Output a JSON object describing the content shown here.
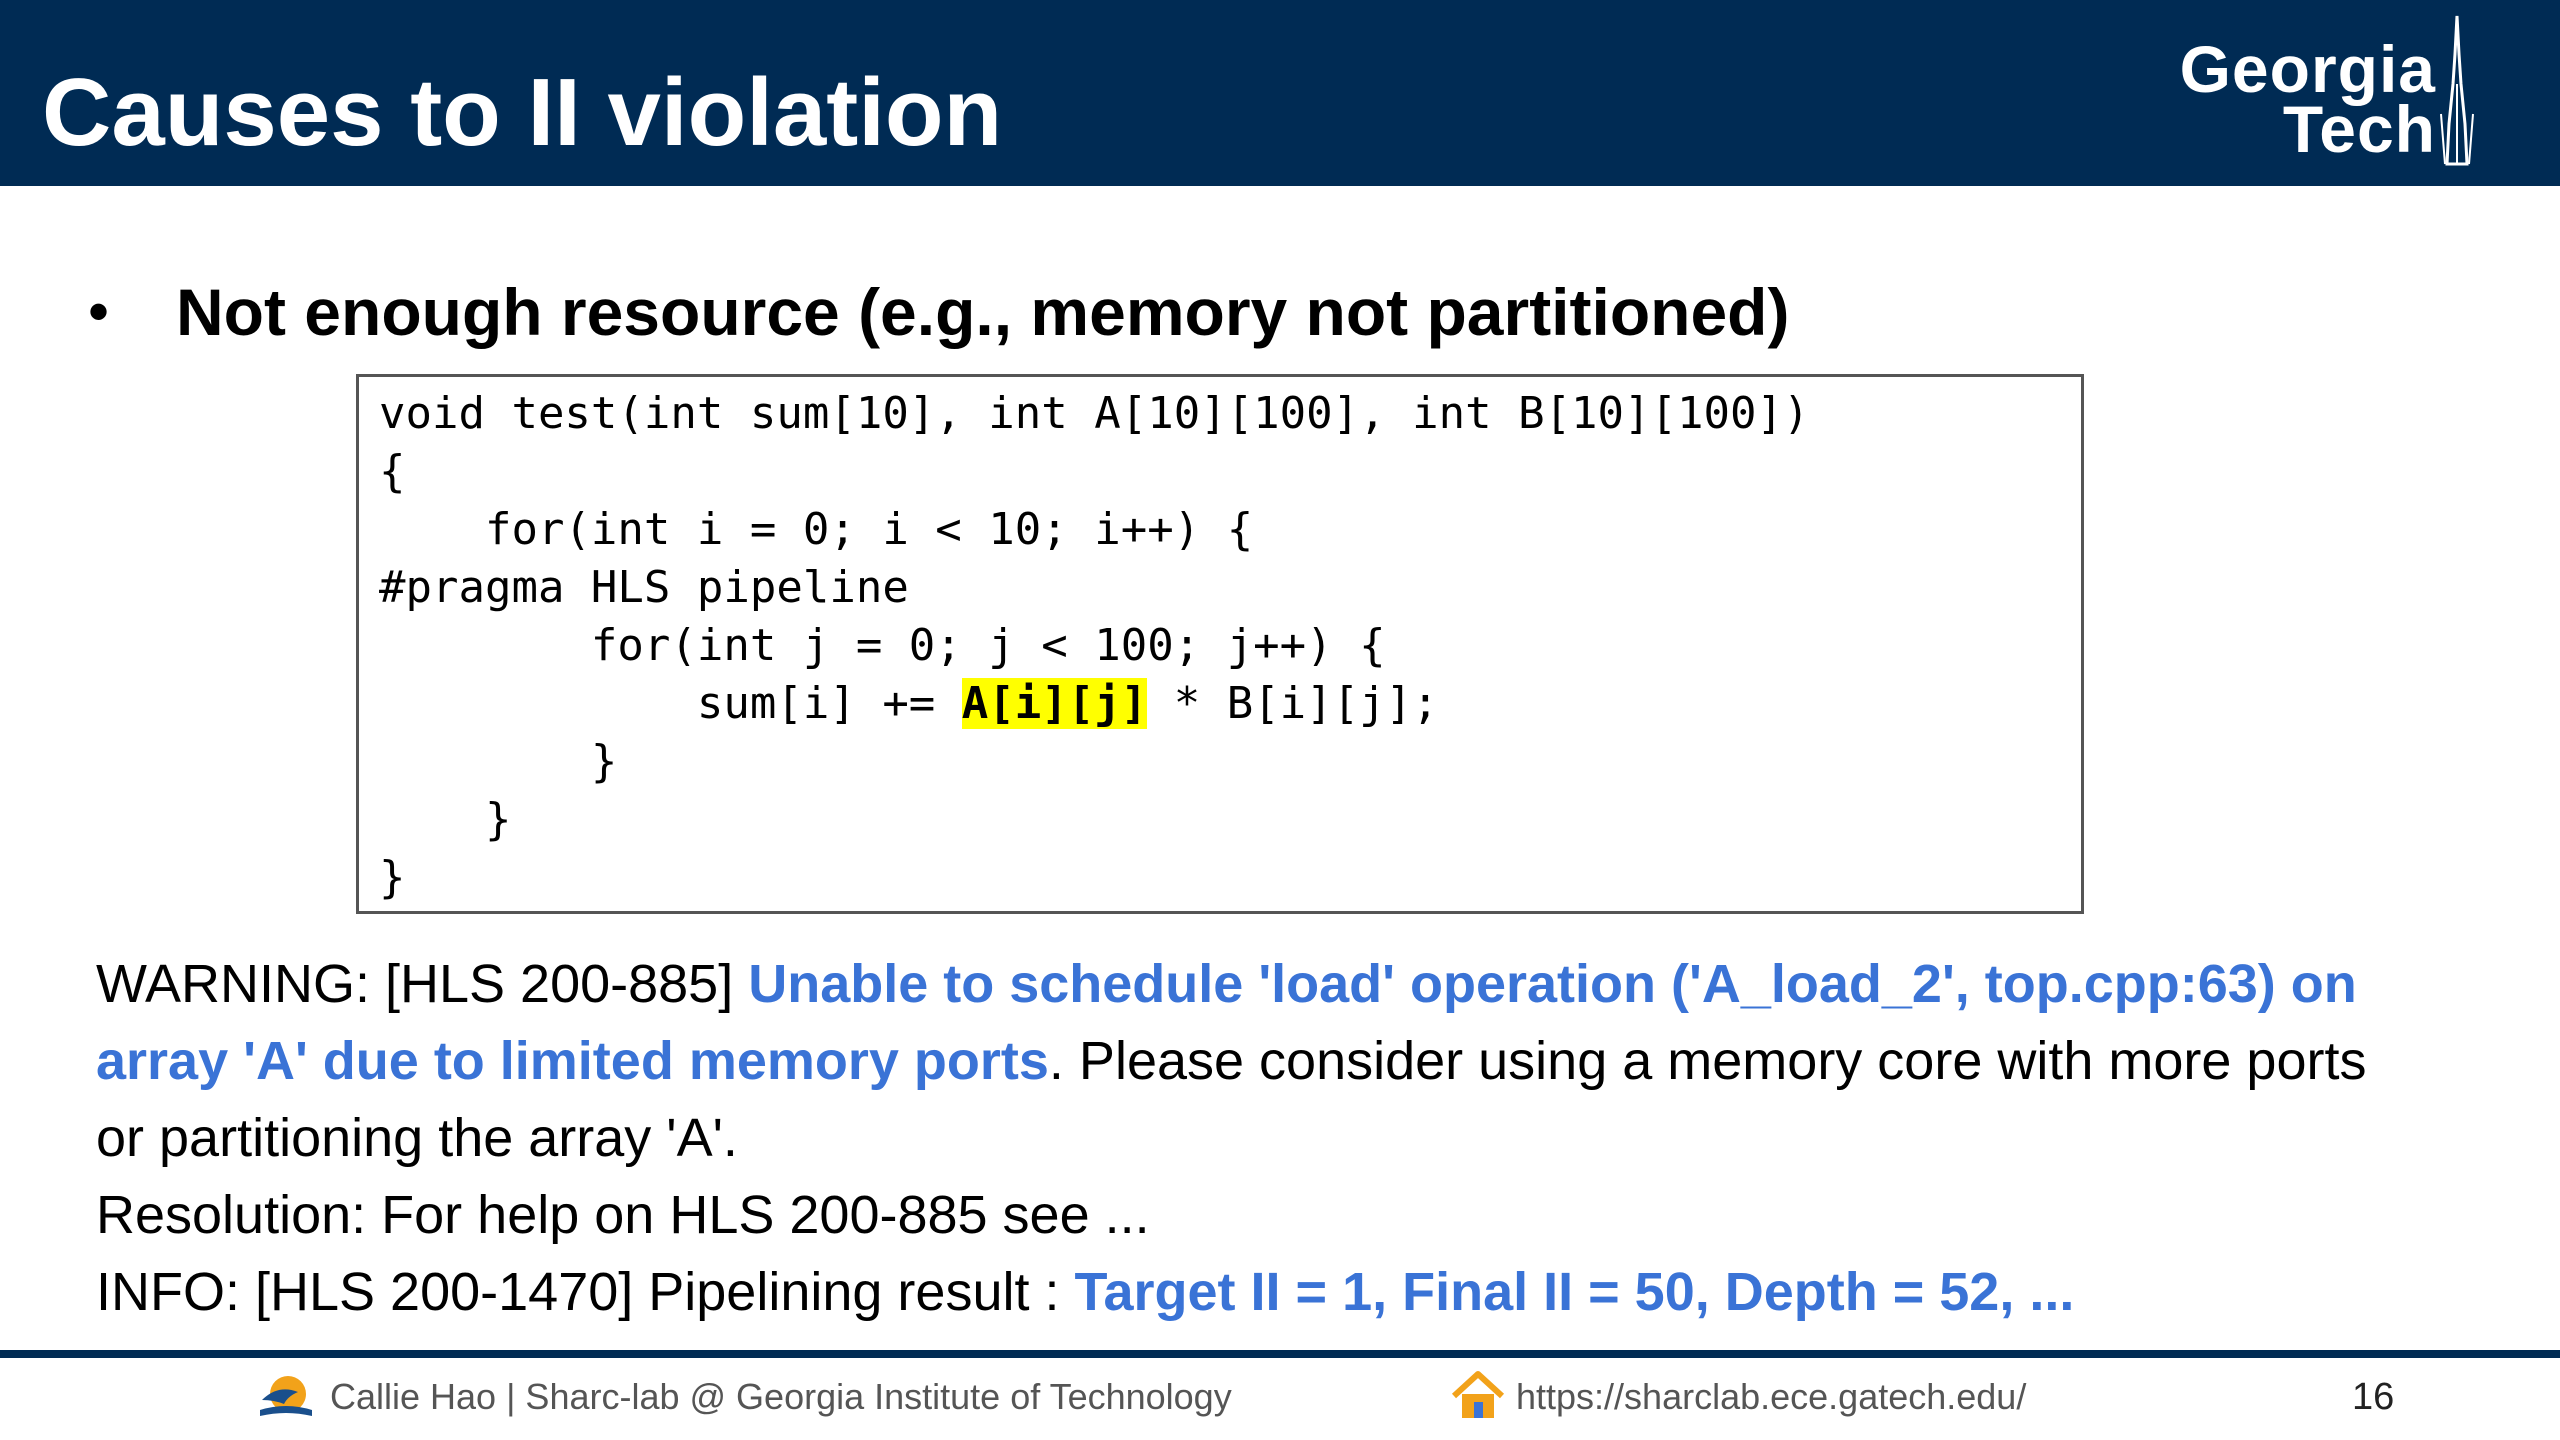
{
  "header": {
    "title": "Causes to II violation",
    "logo": {
      "line1": "Georgia",
      "line2": "Tech"
    },
    "colors": {
      "background": "#002b54",
      "text": "#ffffff"
    }
  },
  "bullet": {
    "text": "Not enough resource (e.g., memory not partitioned)"
  },
  "code": {
    "lines": [
      "void test(int sum[10], int A[10][100], int B[10][100])",
      "{",
      "    for(int i = 0; i < 10; i++) {",
      "#pragma HLS pipeline",
      "        for(int j = 0; j < 100; j++) {",
      "            sum[i] += ",
      "        }",
      "    }",
      "}"
    ],
    "highlight": "A[i][j]",
    "after_highlight": " * B[i][j];",
    "highlight_color": "#ffff00"
  },
  "messages": {
    "warning_prefix": "WARNING: [HLS 200-885] ",
    "warning_blue_1": "Unable to schedule 'load' operation ('A_load_2', top.cpp:63) on",
    "warning_blue_2": "array 'A' due to limited memory ports",
    "warning_rest_2": ". Please consider using a memory core with more ports",
    "warning_line_3": "or partitioning the array 'A'.",
    "resolution": "Resolution: For help on HLS 200-885 see ...",
    "info_prefix": "INFO: [HLS 200-1470] Pipelining result : ",
    "info_blue": "Target II = 1, Final II = 50, Depth = 52, ...",
    "accent_color": "#3a73d6"
  },
  "footer": {
    "author": "Callie Hao | Sharc-lab @ Georgia Institute of Technology",
    "url": "https://sharclab.ece.gatech.edu/",
    "page_number": "16",
    "icons": [
      "sharc-lab-logo-icon",
      "home-icon"
    ]
  }
}
